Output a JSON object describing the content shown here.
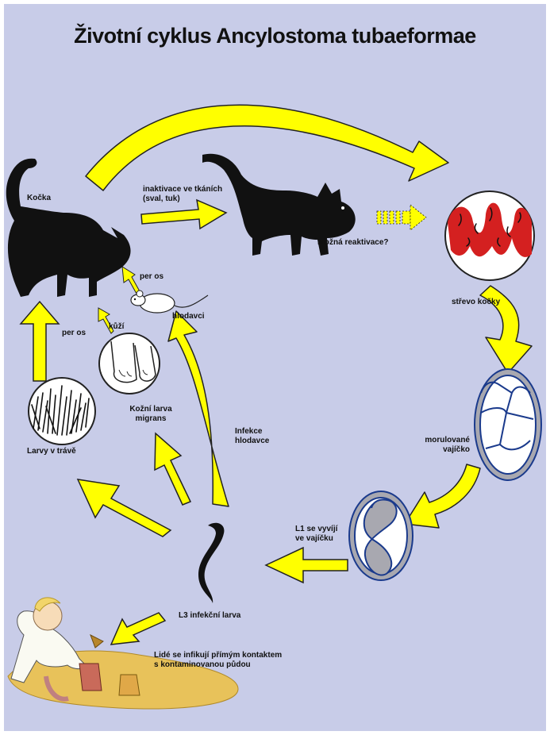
{
  "title": "Životní cyklus Ancylostoma tubaeformae",
  "labels": {
    "cat": "Kočka",
    "inactivation": [
      "inaktivace ve tkáních",
      "(sval, tuk)"
    ],
    "reactivation": "možná reaktivace?",
    "intestine": "střevo kočky",
    "egg_morula": [
      "morulované",
      "vajíčko"
    ],
    "l1": [
      "L1 se vyvíjí",
      "ve vajíčku"
    ],
    "l3": "L3 infekční larva",
    "humans": [
      "Lidé se infikují přímým kontaktem",
      "s kontaminovanou půdou"
    ],
    "rodent_infection": [
      "Infekce",
      "hlodavce"
    ],
    "rodents": "hlodavci",
    "per_os_top": "per os",
    "per_os_left": "per os",
    "skin": "kůží",
    "cutaneous": [
      "Kožní larva",
      "migrans"
    ],
    "grass": "Larvy v trávě"
  },
  "colors": {
    "background": "#c8cce8",
    "arrow": "#ffff00",
    "arrow_outline": "#222222",
    "intestine_red": "#d42020",
    "egg_blue": "#1a3a8c",
    "egg_gray": "#a8a8b0",
    "sand": "#e8c25a"
  }
}
